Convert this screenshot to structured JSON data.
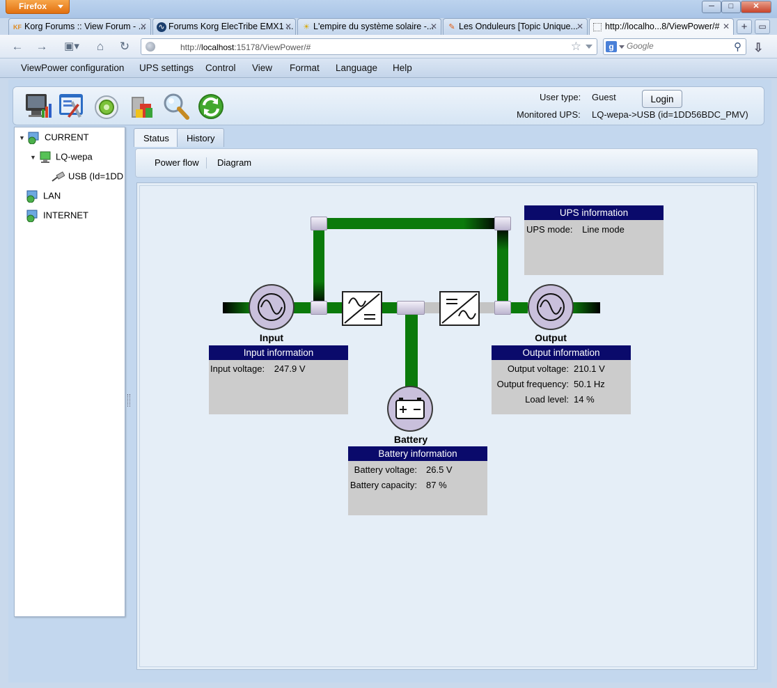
{
  "browser": {
    "app_button": "Firefox",
    "tabs": [
      {
        "label": "Korg Forums :: View Forum - ...",
        "favicon": "KF"
      },
      {
        "label": "Forums Korg ElecTribe EMX1 ...",
        "favicon": "∿"
      },
      {
        "label": "L'empire du système solaire -...",
        "favicon": "☀"
      },
      {
        "label": "Les Onduleurs [Topic Unique...",
        "favicon": "✎"
      },
      {
        "label": "http://localho...8/ViewPower/#",
        "favicon": ""
      }
    ],
    "url_prefix": "http://",
    "url_host": "localhost",
    "url_rest": ":15178/ViewPower/#",
    "search_placeholder": "Google"
  },
  "menu": [
    "ViewPower configuration",
    "UPS settings",
    "Control",
    "View",
    "Format",
    "Language",
    "Help"
  ],
  "header": {
    "user_type_label": "User type:",
    "user_type_value": "Guest",
    "login_button": "Login",
    "monitored_label": "Monitored UPS:",
    "monitored_value": "LQ-wepa->USB (id=1DD56BDC_PMV)"
  },
  "tree": {
    "current": "CURRENT",
    "device": "LQ-wepa",
    "usb": "USB (Id=1DD",
    "lan": "LAN",
    "internet": "INTERNET"
  },
  "tabs": {
    "status": "Status",
    "history": "History"
  },
  "subtoolbar": {
    "power_flow": "Power flow",
    "diagram": "Diagram"
  },
  "diagram": {
    "input_label": "Input",
    "output_label": "Output",
    "battery_label": "Battery",
    "flow_color": "#0b7a0b",
    "ups_info": {
      "title": "UPS information",
      "rows": [
        {
          "k": "UPS mode:",
          "v": "Line mode"
        }
      ]
    },
    "input_info": {
      "title": "Input information",
      "rows": [
        {
          "k": "Input voltage:",
          "v": "247.9 V"
        }
      ]
    },
    "output_info": {
      "title": "Output information",
      "rows": [
        {
          "k": "Output voltage:",
          "v": "210.1 V"
        },
        {
          "k": "Output frequency:",
          "v": "50.1 Hz"
        },
        {
          "k": "Load level:",
          "v": "14 %"
        }
      ]
    },
    "battery_info": {
      "title": "Battery information",
      "rows": [
        {
          "k": "Battery voltage:",
          "v": "26.5 V"
        },
        {
          "k": "Battery capacity:",
          "v": "87 %"
        }
      ]
    }
  }
}
